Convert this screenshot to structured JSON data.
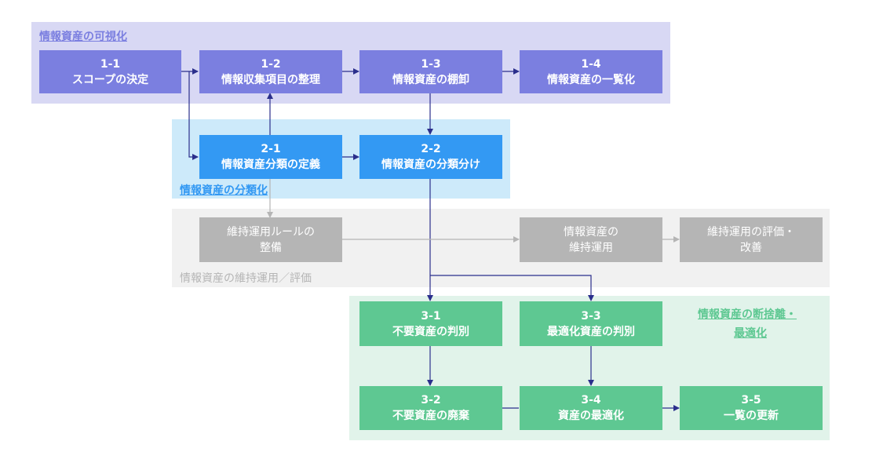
{
  "regions": {
    "visualize": "情報資産の可視化",
    "classify": "情報資産の分類化",
    "maintain": "情報資産の維持運用／評価",
    "optimize_line1": "情報資産の断捨離・",
    "optimize_line2": "最適化"
  },
  "boxes": {
    "b11": {
      "num": "1-1",
      "title": "スコープの決定"
    },
    "b12": {
      "num": "1-2",
      "title": "情報収集項目の整理"
    },
    "b13": {
      "num": "1-3",
      "title": "情報資産の棚卸"
    },
    "b14": {
      "num": "1-4",
      "title": "情報資産の一覧化"
    },
    "b21": {
      "num": "2-1",
      "title": "情報資産分類の定義"
    },
    "b22": {
      "num": "2-2",
      "title": "情報資産の分類分け"
    },
    "g1": {
      "line1": "維持運用ルールの",
      "line2": "整備"
    },
    "g2": {
      "line1": "情報資産の",
      "line2": "維持運用"
    },
    "g3": {
      "line1": "維持運用の評価・",
      "line2": "改善"
    },
    "b31": {
      "num": "3-1",
      "title": "不要資産の判別"
    },
    "b32": {
      "num": "3-2",
      "title": "不要資産の廃棄"
    },
    "b33": {
      "num": "3-3",
      "title": "最適化資産の判別"
    },
    "b34": {
      "num": "3-4",
      "title": "資産の最適化"
    },
    "b35": {
      "num": "3-5",
      "title": "一覧の更新"
    }
  },
  "colors": {
    "visualize_bg": "#d8d8f4",
    "visualize_box": "#7b7fe0",
    "classify_bg": "#cdeafa",
    "classify_box": "#3399f3",
    "maintain_bg": "#f1f1f1",
    "maintain_box": "#b5b5b5",
    "optimize_bg": "#e1f3ea",
    "optimize_box": "#5ec892",
    "arrow": "#2b2f8c",
    "arrow_gray": "#b5b5b5"
  }
}
